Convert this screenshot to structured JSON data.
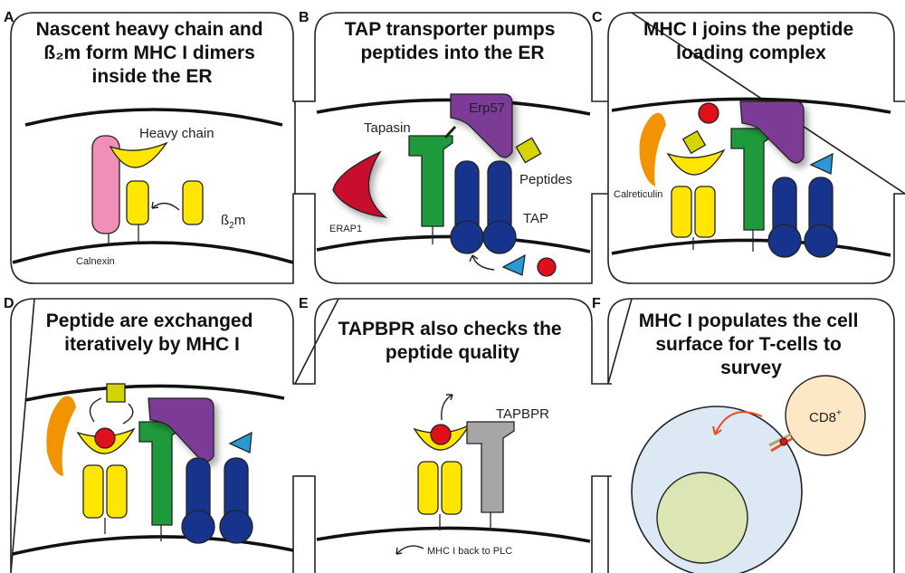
{
  "panels": [
    {
      "letter": "A",
      "title_lines": [
        "Nascent heavy chain and",
        "ß₂m form MHC I dimers",
        "inside the ER"
      ],
      "labels": {
        "heavy_chain": "Heavy chain",
        "b2m_prefix": "ß",
        "b2m_sub": "2",
        "b2m_suffix": "m",
        "calnexin": "Calnexin"
      }
    },
    {
      "letter": "B",
      "title_lines": [
        "TAP transporter pumps",
        "peptides into the ER"
      ],
      "labels": {
        "tapasin": "Tapasin",
        "erp57": "Erp57",
        "peptides": "Peptides",
        "erap1": "ERAP1",
        "tap": "TAP"
      }
    },
    {
      "letter": "C",
      "title_lines": [
        "MHC I joins the peptide",
        "loading complex"
      ],
      "labels": {
        "calreticulin": "Calreticulin"
      }
    },
    {
      "letter": "D",
      "title_lines": [
        "Peptide are exchanged",
        "iteratively by MHC I"
      ]
    },
    {
      "letter": "E",
      "title_lines": [
        "TAPBPR also checks the",
        "peptide quality"
      ],
      "labels": {
        "tapbpr": "TAPBPR",
        "back_to_plc": "MHC I back to PLC"
      }
    },
    {
      "letter": "F",
      "title_lines": [
        "MHC I populates the cell",
        "surface for T-cells to",
        "survey"
      ],
      "labels": {
        "cd8": "CD8",
        "cd8_sup": "+"
      }
    }
  ],
  "colors": {
    "heavy_chain": "#ffe600",
    "b2m": "#ffe600",
    "calnexin": "#f08fb8",
    "tapasin": "#1e9a3c",
    "erp57": "#7b3a94",
    "tap": "#16348c",
    "erap1": "#c8102e",
    "peptide_square": "#d4d400",
    "peptide_triangle": "#2a9ad6",
    "peptide_circle": "#e0101a",
    "calreticulin": "#f29400",
    "tapbpr": "#a6a6a6",
    "cell": "#dce9f5",
    "nucleus": "#dce6b4",
    "tcell": "#fde8c6",
    "arrow_orange": "#e8501e"
  }
}
